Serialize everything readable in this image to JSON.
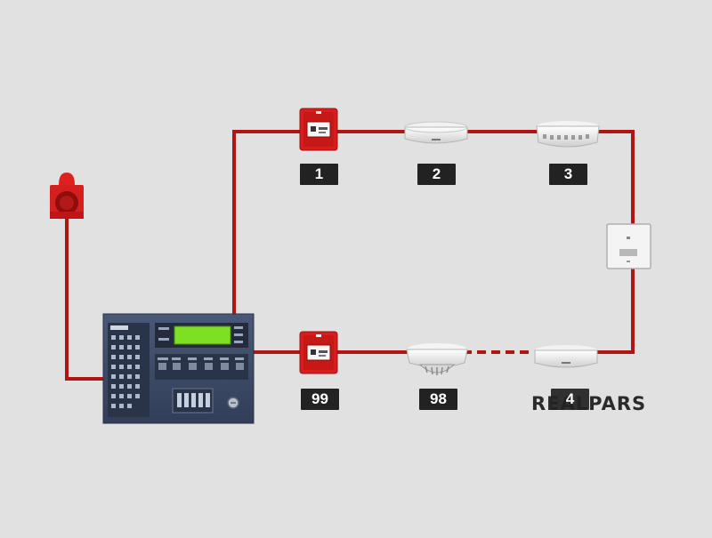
{
  "diagram": {
    "labels": {
      "device_1": "1",
      "device_2": "2",
      "device_3": "3",
      "device_4": "4",
      "device_98": "98",
      "device_99": "99"
    },
    "watermark": "REALPARS",
    "colors": {
      "background": "#e1e1e1",
      "wire": "#b01515",
      "label_bg": "#222222",
      "label_text": "#ffffff",
      "panel_body": "#3d4a66",
      "lcd": "#7de023",
      "call_point": "#d81d1d"
    },
    "devices": [
      {
        "id": "sounder",
        "kind": "sounder-beacon"
      },
      {
        "id": "panel",
        "kind": "fire-alarm-control-panel"
      },
      {
        "id": "1",
        "kind": "manual-call-point"
      },
      {
        "id": "2",
        "kind": "smoke-detector"
      },
      {
        "id": "3",
        "kind": "heat-detector"
      },
      {
        "id": "module",
        "kind": "interface-module"
      },
      {
        "id": "4",
        "kind": "smoke-detector"
      },
      {
        "id": "98",
        "kind": "multi-sensor-detector"
      },
      {
        "id": "99",
        "kind": "manual-call-point"
      }
    ]
  }
}
